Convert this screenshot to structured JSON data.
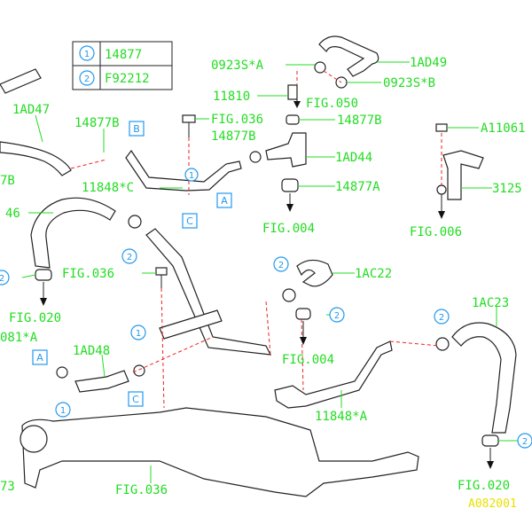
{
  "legend": {
    "rows": [
      {
        "num": "1",
        "code": "14877"
      },
      {
        "num": "2",
        "code": "F92212"
      }
    ]
  },
  "labels": {
    "l_1AD47": "1AD47",
    "l_14877B_a": "14877B",
    "l_7B": "7B",
    "l_FIG036_a": "FIG.036",
    "l_14877B_b": "14877B",
    "l_11848C": "11848*C",
    "l_46": "46",
    "l_0923SA": "0923S*A",
    "l_1AD49": "1AD49",
    "l_11810": "11810",
    "l_0923SB": "0923S*B",
    "l_FIG050": "FIG.050",
    "l_14877B_c": "14877B",
    "l_1AD44": "1AD44",
    "l_14877A": "14877A",
    "l_FIG004_a": "FIG.004",
    "l_A11061": "A11061",
    "l_3125": "3125",
    "l_FIG006": "FIG.006",
    "l_FIG036_b": "FIG.036",
    "l_FIG020_a": "FIG.020",
    "l_081A": "081*A",
    "l_1AC22": "1AC22",
    "l_FIG004_b": "FIG.004",
    "l_1AC23": "1AC23",
    "l_1AD48": "1AD48",
    "l_11848A": "11848*A",
    "l_FIG036_c": "FIG.036",
    "l_73": "73",
    "l_FIG020_b": "FIG.020",
    "l_code": "A082001"
  },
  "callouts": {
    "B": "B",
    "A_top": "A",
    "C_top": "C",
    "A_left": "A",
    "C_low": "C"
  },
  "refs": {
    "n1": "1",
    "n2": "2"
  },
  "colors": {
    "label_green": "#22dd22",
    "leader_dash_red": "#ee2222",
    "callout_blue": "#2299ee",
    "code_yellow": "#e8e000"
  }
}
